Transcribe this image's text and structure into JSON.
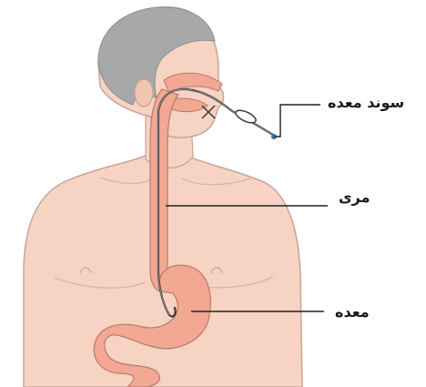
{
  "labels": {
    "gastric_tube": "سوند معده",
    "esophagus": "مری",
    "stomach": "معده"
  },
  "colors": {
    "skin": "#f7d3c3",
    "skin_outline": "#c8a596",
    "hair": "#a6a8aa",
    "stomach": "#f2a893",
    "stomach_outline": "#b97a68",
    "tube": "#3a3a3a",
    "tube_tip": "#2f6fb0",
    "leader_line": "#222222"
  }
}
